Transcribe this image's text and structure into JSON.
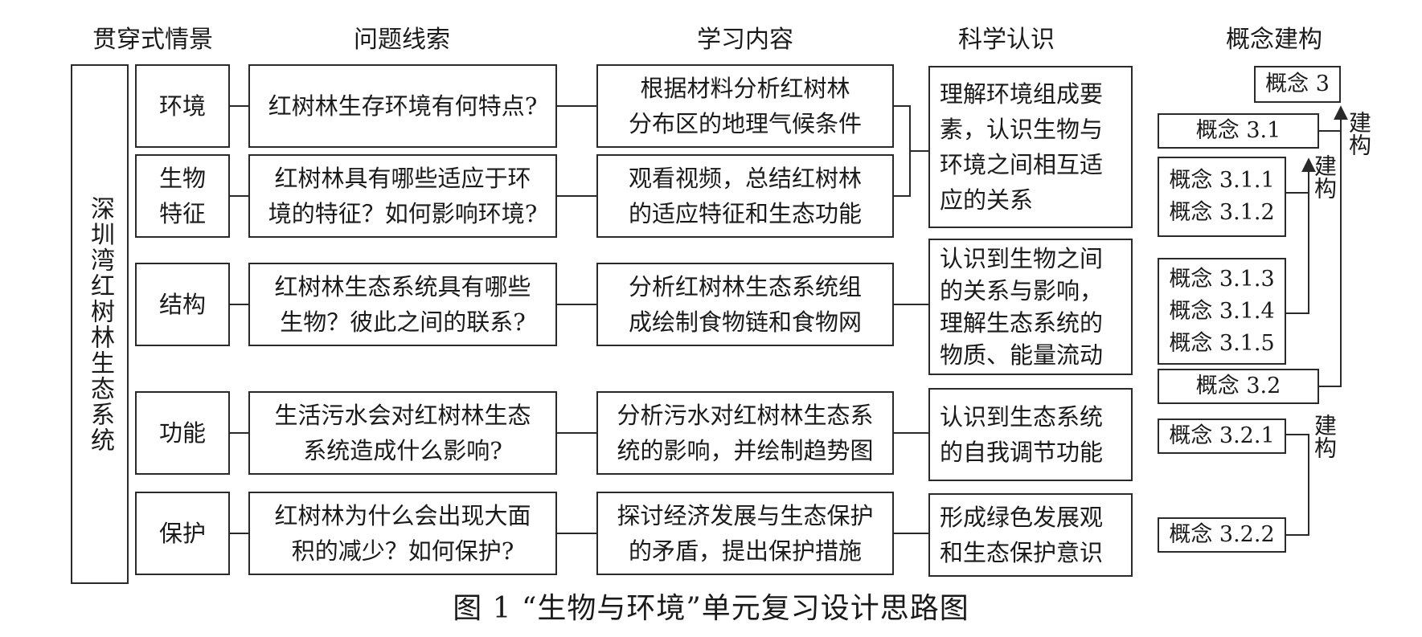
{
  "headers": {
    "scenario": "贯穿式情景",
    "question": "问题线索",
    "content": "学习内容",
    "recognition": "科学认识",
    "concept": "概念建构"
  },
  "scenario_label": "深圳湾红树林生态系统",
  "rows": [
    {
      "topic": "环境",
      "question": "红树林生存环境有何特点?",
      "content": "根据材料分析红树林\n分布区的地理气候条件"
    },
    {
      "topic": "生物\n特征",
      "question": "红树林具有哪些适应于环\n境的特征？如何影响环境?",
      "content": "观看视频，总结红树林\n的适应特征和生态功能"
    },
    {
      "topic": "结构",
      "question": "红树林生态系统具有哪些\n生物？彼此之间的联系?",
      "content": "分析红树林生态系统组\n成绘制食物链和食物网"
    },
    {
      "topic": "功能",
      "question": "生活污水会对红树林生态\n系统造成什么影响?",
      "content": "分析污水对红树林生态系\n统的影响，并绘制趋势图"
    },
    {
      "topic": "保护",
      "question": "红树林为什么会出现大面\n积的减少？如何保护?",
      "content": "探讨经济发展与生态保护\n的矛盾，提出保护措施"
    }
  ],
  "recognitions": [
    "理解环境组成要\n素，认识生物与\n环境之间相互适\n应的关系",
    "认识到生物之间\n的关系与影响，\n理解生态系统的\n物质、能量流动",
    "认识到生态系统\n的自我调节功能",
    "形成绿色发展观\n和生态保护意识"
  ],
  "concepts": {
    "c3": "概念 3",
    "c31": "概念 3.1",
    "c311_312": "概念 3.1.1\n概念 3.1.2",
    "c313_315": "概念 3.1.3\n概念 3.1.4\n概念 3.1.5",
    "c32": "概念 3.2",
    "c321": "概念 3.2.1",
    "c322": "概念 3.2.2"
  },
  "construct_label": "建构",
  "caption": "图 1  “生物与环境”单元复习设计思路图"
}
